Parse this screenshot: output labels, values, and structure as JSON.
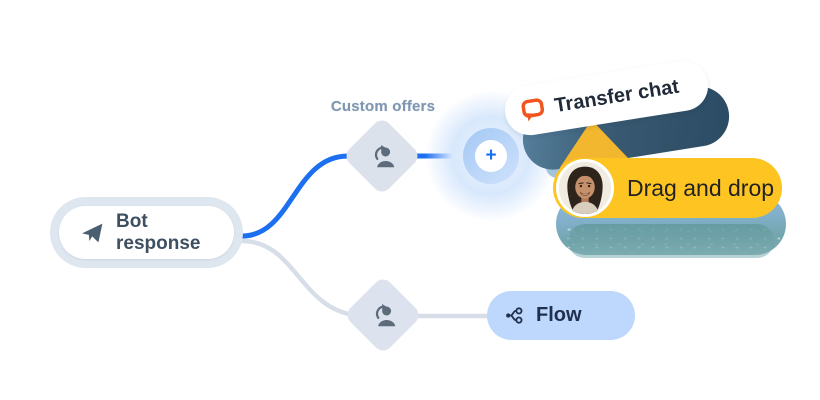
{
  "flow": {
    "bot_node": {
      "label": "Bot response"
    },
    "branch_label": "Custom offers",
    "add_button_label": "+",
    "transfer_node": {
      "label": "Transfer chat"
    },
    "drag_tooltip": {
      "label": "Drag and drop"
    },
    "flow_node": {
      "label": "Flow"
    }
  },
  "icons": {
    "bot_icon": "paper-plane-icon",
    "branch_node_icon": "user-transfer-icon",
    "transfer_icon": "chat-bubble-icon",
    "flow_icon": "flow-split-icon",
    "add_icon": "plus-icon",
    "drag_avatar": "woman-avatar",
    "drag_pointer": "triangle-cursor-pointer"
  },
  "colors": {
    "background": "#ffffff",
    "accent_blue": "#1b6ff0",
    "connector_gray": "#d7dee8",
    "diamond_gray": "#dce2eb",
    "transfer_icon_orange": "#f2551e",
    "transfer_shadow_slate": "#2f5068",
    "drag_yellow": "#fdc422",
    "pointer_yellow": "#f2b72e",
    "flow_pill_blue": "#bdd8fc",
    "label_muted_blue": "#7e96b0",
    "text_dark": "#202a38"
  }
}
